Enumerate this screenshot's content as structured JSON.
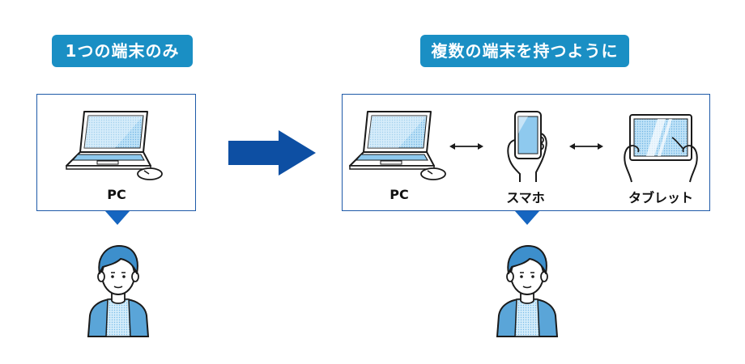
{
  "left": {
    "title": "1つの端末のみ",
    "devices": [
      {
        "label": "PC"
      }
    ]
  },
  "right": {
    "title": "複数の端末を持つように",
    "devices": [
      {
        "label": "PC"
      },
      {
        "label": "スマホ"
      },
      {
        "label": "タブレット"
      }
    ]
  },
  "colors": {
    "pill": "#1a8fc4",
    "panel_border": "#1e5aa8",
    "arrow": "#0d4fa3",
    "pointer": "#1565c0",
    "screen": "#8ec9ee",
    "person_hair": "#3d8fcc",
    "person_shirt": "#5aa5d8"
  }
}
